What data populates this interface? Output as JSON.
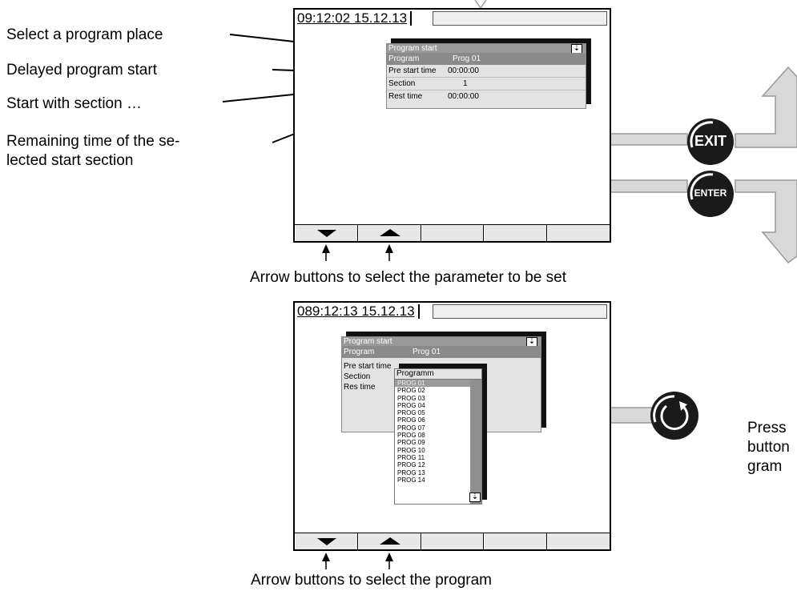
{
  "callouts": {
    "select_program": "Select a program place",
    "delayed_start": "Delayed program start",
    "start_section": "Start with section …",
    "remaining_1": "Remaining time of the se-",
    "remaining_2": "lected start section",
    "arrows_parameter": "Arrow buttons to select the parameter to be set",
    "arrows_program": "Arrow buttons to select the program",
    "press_1": "Press",
    "press_2": "button",
    "press_3": "gram"
  },
  "screen1": {
    "status_time": "09:12:02  15.12.13",
    "dialog": {
      "title": "Program start",
      "rows": [
        {
          "label": "Program",
          "value": "Prog 01"
        },
        {
          "label": "Pre start time",
          "value": "00:00:00"
        },
        {
          "label": "Section",
          "value": "1"
        },
        {
          "label": "Rest time",
          "value": "00:00:00"
        }
      ]
    }
  },
  "screen2": {
    "status_time": "089:12:13  15.12.13",
    "dialog": {
      "title": "Program start",
      "program_label": "Program",
      "program_value": "Prog 01",
      "labels": [
        "Pre start time",
        "Section",
        "Res time"
      ]
    },
    "list": {
      "header": "Programm",
      "items": [
        "PROG  01",
        "PROG  02",
        "PROG  03",
        "PROG  04",
        "PROG  05",
        "PROG  06",
        "PROG  07",
        "PROG  08",
        "PROG  09",
        "PROG  10",
        "PROG  11",
        "PROG  12",
        "PROG  13",
        "PROG  14"
      ]
    }
  },
  "buttons": {
    "exit": "EXIT",
    "enter": "ENTER"
  },
  "icons": {
    "scroll": "down-arrow-icon",
    "knob": "rotary-knob-icon"
  }
}
